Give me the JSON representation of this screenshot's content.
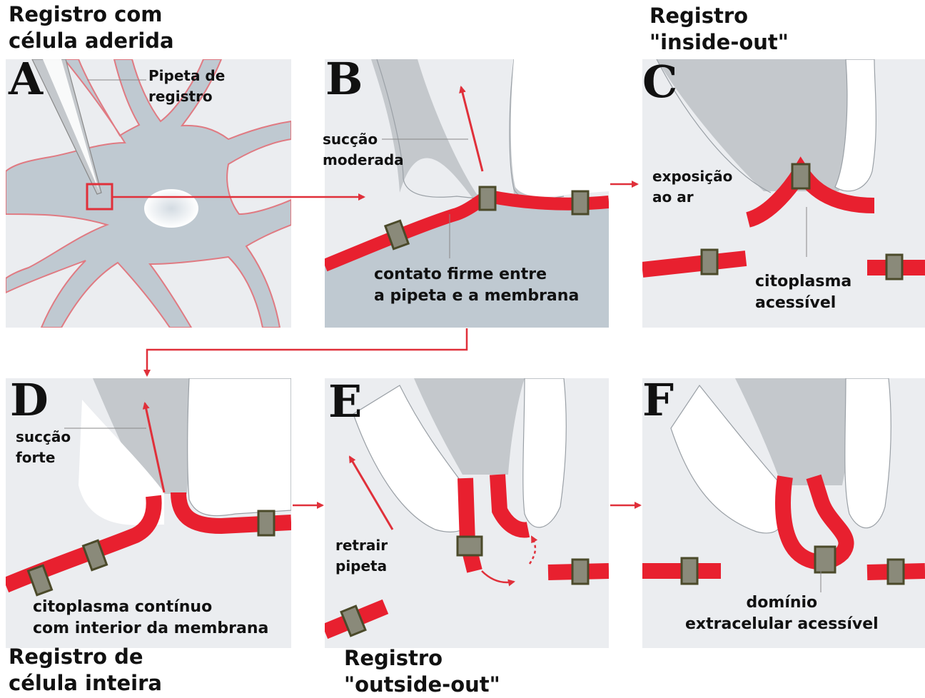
{
  "headings": {
    "a": "Registro com\ncélula aderida",
    "c": "Registro\n\"inside-out\"",
    "d": "Registro de\ncélula inteira",
    "e": "Registro\n\"outside-out\""
  },
  "panels": {
    "a": {
      "letter": "A",
      "label": "Pipeta de\nregistro"
    },
    "b": {
      "letter": "B",
      "label_suction": "sucção\nmoderada",
      "label_seal": "contato firme entre\na pipeta e a membrana"
    },
    "c": {
      "letter": "C",
      "label_air": "exposição\nao ar",
      "label_cyto": "citoplasma\nacessível"
    },
    "d": {
      "letter": "D",
      "label_suction": "sucção\nforte",
      "label_cyto": "citoplasma contínuo\ncom interior da membrana"
    },
    "e": {
      "letter": "E",
      "label_retract": "retrair\npipeta"
    },
    "f": {
      "letter": "F",
      "label_domain": "domínio\nextracelular acessível"
    }
  },
  "colors": {
    "membrane": "#e8202f",
    "arrow": "#e0303a",
    "pipette": "#c2c6ca",
    "cell": "#bfc9d1",
    "panel_bg": "#ebedf0",
    "channel": "#8a8a7a"
  },
  "icons": [
    "pipette-icon",
    "neuron-icon",
    "ion-channel-icon"
  ]
}
